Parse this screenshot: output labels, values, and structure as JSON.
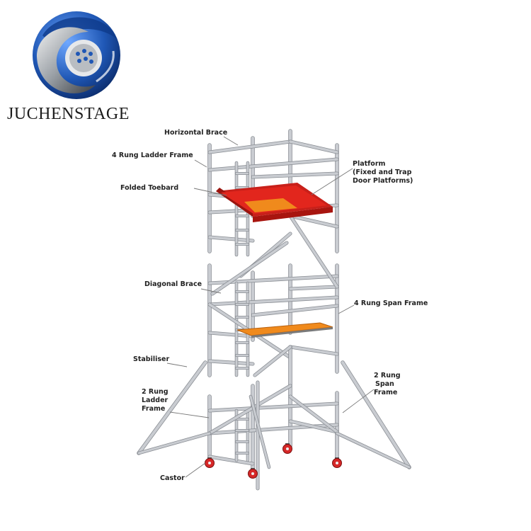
{
  "brand": {
    "name": "JUCHENSTAGE",
    "colors": {
      "blue": "#1f57b5",
      "silver": "#9aa0a6",
      "dark": "#2a2a2a"
    }
  },
  "labels": {
    "horizontal_brace": "Horizontal Brace",
    "ladder_frame_4": "4 Rung Ladder Frame",
    "folded_toebard": "Folded Toebard",
    "platform": [
      "Platform",
      "(Fixed and Trap",
      "Door Platforms)"
    ],
    "diagonal_brace": "Diagonal Brace",
    "span_frame_4": "4 Rung Span Frame",
    "stabiliser": "Stabiliser",
    "ladder_frame_2": [
      "2 Rung",
      "Ladder",
      "Frame"
    ],
    "span_frame_2": [
      "2 Rung",
      "Span",
      "Frame"
    ],
    "castor": "Castor"
  },
  "colors": {
    "tube": "#c9ccd1",
    "tube_edge": "#8a8e94",
    "toeboard": "#c8201a",
    "platform": "#f08a1c",
    "wheel": "#d62828"
  }
}
